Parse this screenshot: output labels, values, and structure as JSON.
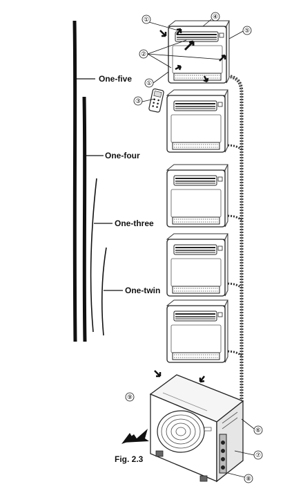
{
  "diagram": {
    "group_labels": [
      "One-five",
      "One-four",
      "One-three",
      "One-twin"
    ],
    "callouts": [
      "①",
      "②",
      "③",
      "④",
      "⑤",
      "①",
      "⑥",
      "⑦",
      "⑧",
      "⑨"
    ],
    "caption": "Fig. 2.3",
    "components": [
      "indoor-unit",
      "remote-controller",
      "outdoor-unit",
      "piping"
    ],
    "indoor_unit_count": 5
  }
}
